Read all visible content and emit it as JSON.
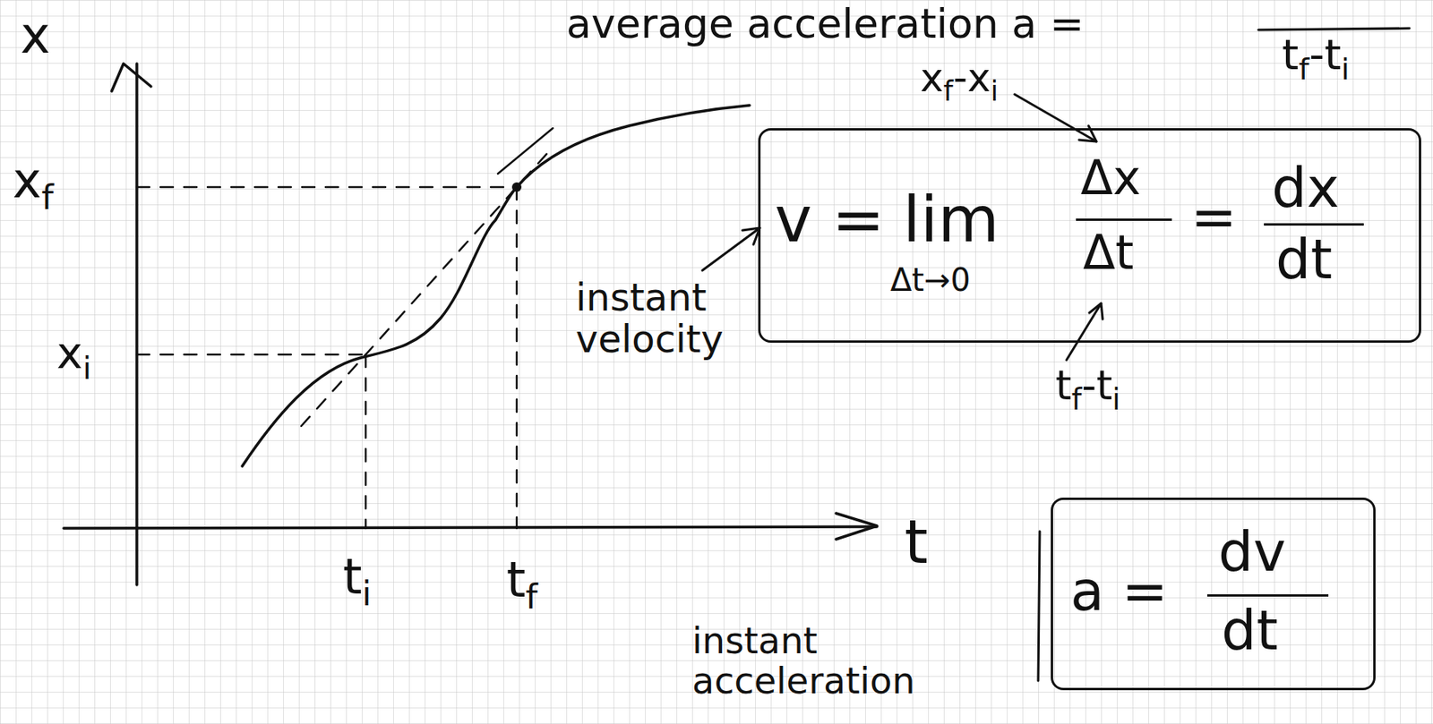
{
  "diagram": {
    "nodes": [
      {
        "text": [
          "v =",
          "lim",
          "Δt→0",
          "Δx",
          "Δt",
          "=",
          "dx",
          "dt"
        ]
      },
      {
        "text": [
          "a =",
          "dv",
          "dt"
        ]
      }
    ],
    "labels": [
      "average acceleration a =",
      "tf-ti",
      "x",
      "xf",
      "xi",
      "t",
      "ti",
      "tf",
      "xf-xi",
      "tf-ti",
      "instant velocity",
      "instant acceleration"
    ]
  }
}
